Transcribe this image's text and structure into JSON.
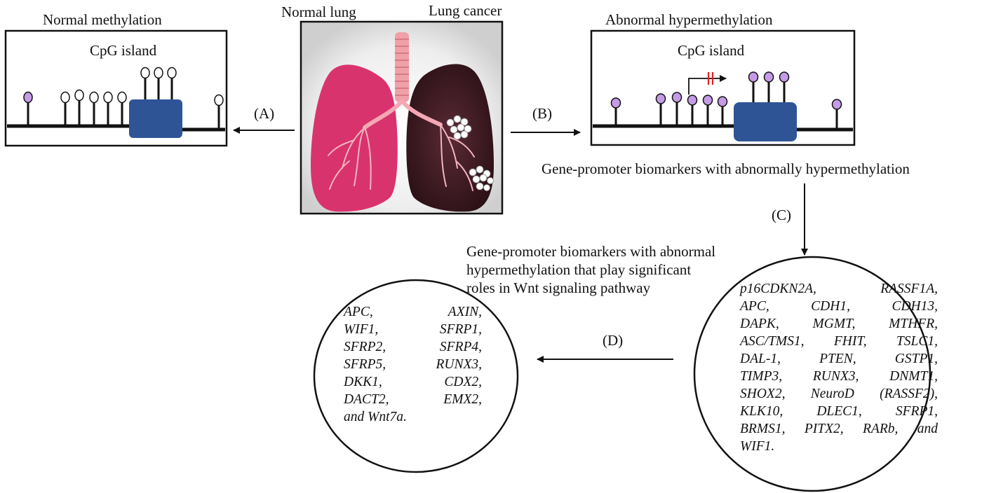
{
  "panels": {
    "normal": {
      "title": "Normal methylation",
      "island_label": "CpG island"
    },
    "abnormal": {
      "title": "Abnormal hypermethylation",
      "island_label": "CpG island"
    }
  },
  "lung_image": {
    "left_label": "Normal lung",
    "right_label": "Lung cancer"
  },
  "arrows": {
    "a": "(A)",
    "b": "(B)",
    "c": "(C)",
    "d": "(D)"
  },
  "captions": {
    "hyper": "Gene-promoter biomarkers with abnormally hypermethylation",
    "wnt": [
      "Gene-promoter biomarkers with abnormal",
      "hypermethylation that play significant",
      "roles in Wnt signaling pathway"
    ]
  },
  "gene_lists": {
    "right": [
      "p16CDKN2A, RASSF1A,",
      "APC, CDH1, CDH13,",
      "DAPK, MGMT, MTHFR,",
      "ASC/TMS1, FHIT, TSLC1,",
      "DAL-1, PTEN, GSTP1,",
      "TIMP3, RUNX3, DNMT1,",
      "SHOX2, NeuroD (RASSF2),",
      "KLK10, DLEC1, SFRP1,",
      "BRMS1, PITX2, RARb, and",
      "WIF1."
    ],
    "left": [
      "APC, AXIN,",
      "WIF1, SFRP1,",
      "SFRP2, SFRP4,",
      "SFRP5, RUNX3,",
      "DKK1, CDX2,",
      "DACT2, EMX2,",
      "and Wnt7a."
    ]
  },
  "colors": {
    "methylated_lollipop": "#c59be6",
    "gene_box": "#2f5496",
    "normal_lung": "#d9336e",
    "cancer_lung": "#3a1a22",
    "inhibition_mark": "#e02020"
  }
}
